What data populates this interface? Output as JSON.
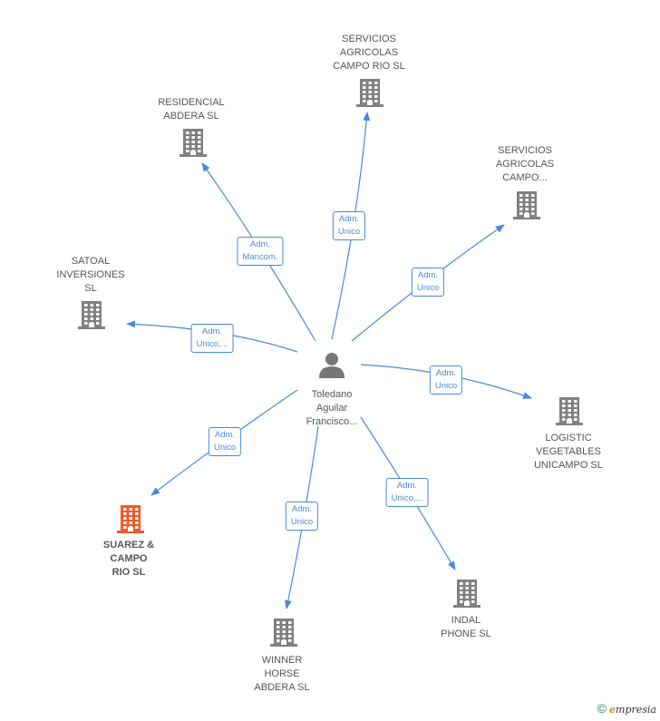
{
  "colors": {
    "edge": "#4a89dc",
    "company": "#808080",
    "highlight": "#f05a28",
    "person": "#777777"
  },
  "center": {
    "name": "Toledano\nAguilar\nFrancisco...",
    "icon": "person-icon"
  },
  "nodes": [
    {
      "id": "servicios-agricolas-campo-rio",
      "label": "SERVICIOS\nAGRICOLAS\nCAMPO RIO SL",
      "icon": "building-icon",
      "highlight": false,
      "edge_label": "Adm.\nUnico"
    },
    {
      "id": "residencial-abdera",
      "label": "RESIDENCIAL\nABDERA  SL",
      "icon": "building-icon",
      "highlight": false,
      "edge_label": "Adm.\nMancom."
    },
    {
      "id": "servicios-agricolas-campo",
      "label": "SERVICIOS\nAGRICOLAS\nCAMPO...",
      "icon": "building-icon",
      "highlight": false,
      "edge_label": "Adm.\nUnico"
    },
    {
      "id": "satoal-inversiones",
      "label": "SATOAL\nINVERSIONES\nSL",
      "icon": "building-icon",
      "highlight": false,
      "edge_label": "Adm.\nUnico,..."
    },
    {
      "id": "logistic-vegetables",
      "label": "LOGISTIC\nVEGETABLES\nUNICAMPO  SL",
      "icon": "building-icon",
      "highlight": false,
      "edge_label": "Adm.\nUnico"
    },
    {
      "id": "suarez-campo-rio",
      "label": "SUAREZ &\nCAMPO\nRIO  SL",
      "icon": "building-icon",
      "highlight": true,
      "edge_label": "Adm.\nUnico"
    },
    {
      "id": "indal-phone",
      "label": "INDAL\nPHONE SL",
      "icon": "building-icon",
      "highlight": false,
      "edge_label": "Adm.\nUnico,..."
    },
    {
      "id": "winner-horse-abdera",
      "label": "WINNER\nHORSE\nABDERA  SL",
      "icon": "building-icon",
      "highlight": false,
      "edge_label": "Adm.\nUnico"
    }
  ],
  "credit": {
    "symbol": "©",
    "brand_initial": "e",
    "brand_rest": "mpresia"
  }
}
